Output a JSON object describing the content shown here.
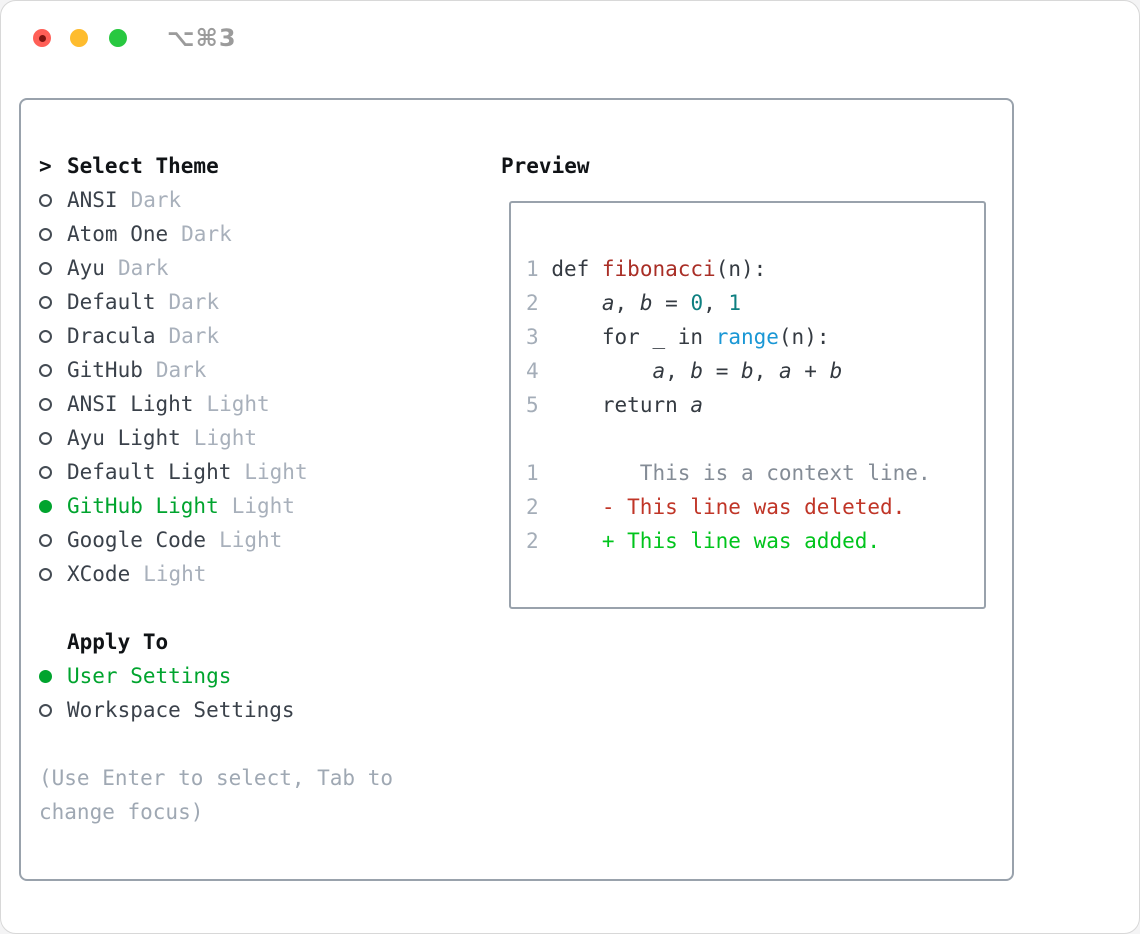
{
  "window": {
    "title": "⌥⌘3"
  },
  "theme_menu": {
    "prompt": ">",
    "heading": "Select Theme",
    "items": [
      {
        "name": "ANSI",
        "tag": "Dark",
        "selected": false
      },
      {
        "name": "Atom One",
        "tag": "Dark",
        "selected": false
      },
      {
        "name": "Ayu",
        "tag": "Dark",
        "selected": false
      },
      {
        "name": "Default",
        "tag": "Dark",
        "selected": false
      },
      {
        "name": "Dracula",
        "tag": "Dark",
        "selected": false
      },
      {
        "name": "GitHub",
        "tag": "Dark",
        "selected": false
      },
      {
        "name": "ANSI Light",
        "tag": "Light",
        "selected": false
      },
      {
        "name": "Ayu Light",
        "tag": "Light",
        "selected": false
      },
      {
        "name": "Default Light",
        "tag": "Light",
        "selected": false
      },
      {
        "name": "GitHub Light",
        "tag": "Light",
        "selected": true
      },
      {
        "name": "Google Code",
        "tag": "Light",
        "selected": false
      },
      {
        "name": "XCode",
        "tag": "Light",
        "selected": false
      }
    ]
  },
  "apply_to": {
    "heading": "Apply To",
    "options": [
      {
        "name": "User Settings",
        "selected": true
      },
      {
        "name": "Workspace Settings",
        "selected": false
      }
    ]
  },
  "footer": {
    "hint_lines": [
      "(Use Enter to select, Tab to",
      "change focus)"
    ]
  },
  "preview": {
    "heading": "Preview",
    "code_lines": [
      {
        "num": "1",
        "segments": [
          {
            "text": "def ",
            "style": "plain"
          },
          {
            "text": "fibonacci",
            "style": "function"
          },
          {
            "text": "(n):",
            "style": "plain"
          }
        ]
      },
      {
        "num": "2",
        "segments": [
          {
            "text": "    ",
            "style": "plain"
          },
          {
            "text": "a",
            "style": "var"
          },
          {
            "text": ", ",
            "style": "plain"
          },
          {
            "text": "b",
            "style": "var"
          },
          {
            "text": " = ",
            "style": "plain"
          },
          {
            "text": "0",
            "style": "number"
          },
          {
            "text": ", ",
            "style": "plain"
          },
          {
            "text": "1",
            "style": "number"
          }
        ]
      },
      {
        "num": "3",
        "segments": [
          {
            "text": "    for _ in ",
            "style": "plain"
          },
          {
            "text": "range",
            "style": "builtin"
          },
          {
            "text": "(n):",
            "style": "plain"
          }
        ]
      },
      {
        "num": "4",
        "segments": [
          {
            "text": "        ",
            "style": "plain"
          },
          {
            "text": "a",
            "style": "var"
          },
          {
            "text": ", ",
            "style": "plain"
          },
          {
            "text": "b",
            "style": "var"
          },
          {
            "text": " = ",
            "style": "plain"
          },
          {
            "text": "b",
            "style": "var"
          },
          {
            "text": ", ",
            "style": "plain"
          },
          {
            "text": "a",
            "style": "var"
          },
          {
            "text": " + ",
            "style": "plain"
          },
          {
            "text": "b",
            "style": "var"
          }
        ]
      },
      {
        "num": "5",
        "segments": [
          {
            "text": "    return ",
            "style": "plain"
          },
          {
            "text": "a",
            "style": "var"
          }
        ]
      }
    ],
    "diff_lines": [
      {
        "num": "1",
        "text": "       This is a context line.",
        "type": "context"
      },
      {
        "num": "2",
        "text": "    - This line was deleted.",
        "type": "deleted"
      },
      {
        "num": "2",
        "text": "    + This line was added.",
        "type": "added"
      }
    ]
  },
  "colors": {
    "selected_green": "#00a42e",
    "added_green": "#00c41c",
    "deleted_red": "#c03527",
    "function_red": "#a92e26",
    "builtin_blue": "#1a97d5",
    "number_teal": "#0e7f80",
    "code_plain": "#343a41",
    "panel_border": "#99a2ac",
    "traffic_red": "#ff5f57",
    "traffic_yellow": "#febc2e",
    "traffic_green": "#28c840"
  }
}
